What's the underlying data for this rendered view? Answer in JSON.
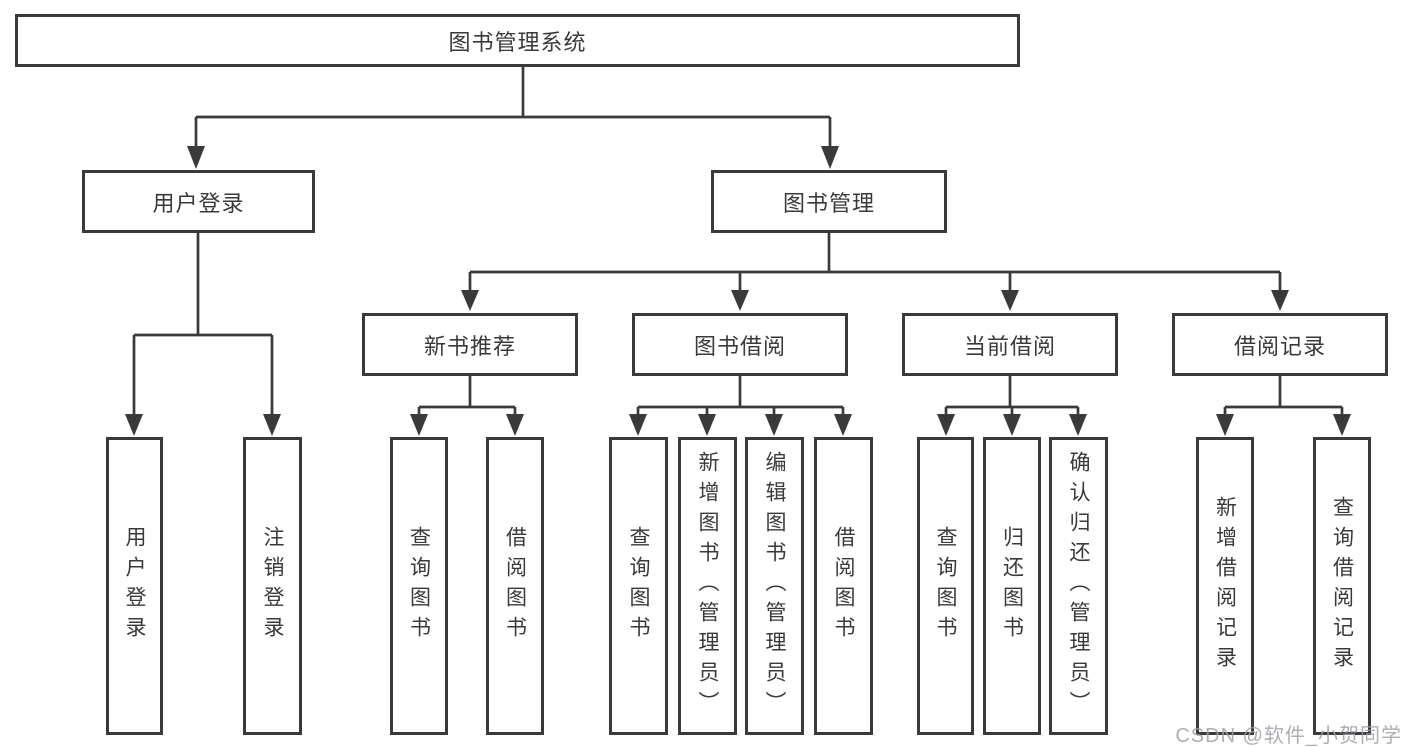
{
  "diagram": {
    "title": "图书管理系统",
    "tree": {
      "root": {
        "label": "图书管理系统"
      },
      "branches": [
        {
          "label": "用户登录",
          "children": [
            "用户登录",
            "注销登录"
          ]
        },
        {
          "label": "图书管理",
          "sections": [
            {
              "label": "新书推荐",
              "children": [
                "查询图书",
                "借阅图书"
              ]
            },
            {
              "label": "图书借阅",
              "children": [
                "查询图书",
                "新增图书（管理员）",
                "编辑图书（管理员）",
                "借阅图书"
              ]
            },
            {
              "label": "当前借阅",
              "children": [
                "查询图书",
                "归还图书",
                "确认归还（管理员）"
              ]
            },
            {
              "label": "借阅记录",
              "children": [
                "新增借阅记录",
                "查询借阅记录"
              ]
            }
          ]
        }
      ]
    },
    "watermark": "CSDN @软件_小贺同学",
    "colors": {
      "line": "#3a3a3a",
      "box_border": "#3a3a3a",
      "text": "#3a3a3a",
      "background": "#ffffff",
      "watermark": "#9ca0a5"
    }
  }
}
